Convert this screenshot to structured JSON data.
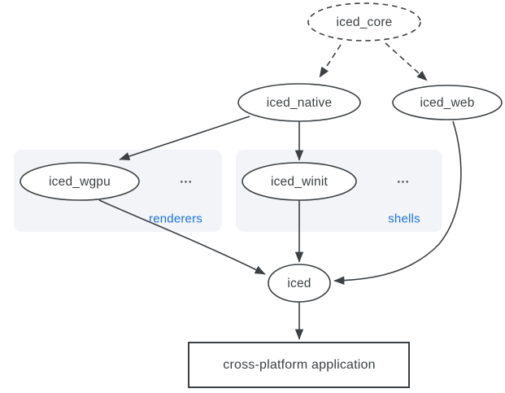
{
  "nodes": {
    "iced_core": {
      "label": "iced_core"
    },
    "iced_native": {
      "label": "iced_native"
    },
    "iced_web": {
      "label": "iced_web"
    },
    "iced_wgpu": {
      "label": "iced_wgpu"
    },
    "iced_winit": {
      "label": "iced_winit"
    },
    "iced": {
      "label": "iced"
    },
    "app": {
      "label": "cross-platform application"
    }
  },
  "groups": {
    "renderers": {
      "label": "renderers",
      "more": "..."
    },
    "shells": {
      "label": "shells",
      "more": "..."
    }
  },
  "edges": [
    {
      "from": "iced_core",
      "to": "iced_native",
      "style": "dashed"
    },
    {
      "from": "iced_core",
      "to": "iced_web",
      "style": "dashed"
    },
    {
      "from": "iced_native",
      "to": "iced_wgpu",
      "style": "solid"
    },
    {
      "from": "iced_native",
      "to": "iced_winit",
      "style": "solid"
    },
    {
      "from": "iced_wgpu",
      "to": "iced",
      "style": "solid"
    },
    {
      "from": "iced_winit",
      "to": "iced",
      "style": "solid"
    },
    {
      "from": "iced_web",
      "to": "iced",
      "style": "solid"
    },
    {
      "from": "iced",
      "to": "app",
      "style": "solid"
    }
  ],
  "colors": {
    "stroke": "#3c4043",
    "text": "#3c4043",
    "group_label": "#1a73e8",
    "group_background": "#f2f4f7",
    "node_background": "#ffffff",
    "page_background": "#ffffff"
  }
}
